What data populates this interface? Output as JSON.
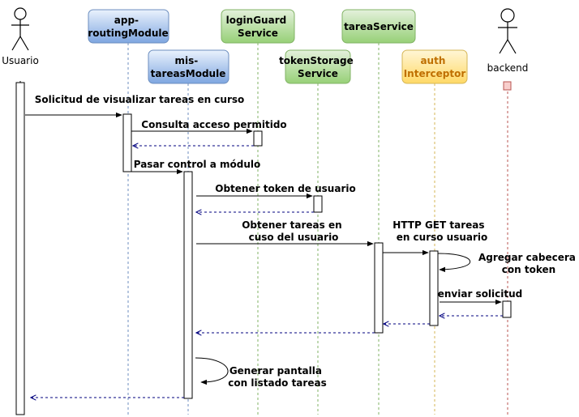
{
  "actors": {
    "usuario": "Usuario",
    "backend": "backend"
  },
  "participants": {
    "app_routing": [
      "app-",
      "routingModule"
    ],
    "mis_tareas": [
      "mis-",
      "tareasModule"
    ],
    "login_guard": [
      "loginGuard",
      "Service"
    ],
    "token_storage": [
      "tokenStorage",
      "Service"
    ],
    "tarea_service": [
      "tareaService"
    ],
    "auth_interceptor": [
      "auth",
      "Interceptor"
    ]
  },
  "messages": {
    "m1": [
      "Solicitud de visualizar tareas en curso"
    ],
    "m2": [
      "Consulta acceso permitido"
    ],
    "m3": [
      "Pasar control a módulo"
    ],
    "m4": [
      "Obtener token de usuario"
    ],
    "m5": [
      "Obtener tareas en",
      "cuso del usuario"
    ],
    "m6": [
      "HTTP GET tareas",
      "en curso usuario"
    ],
    "m7": [
      "Agregar cabecera",
      "con token"
    ],
    "m8": [
      "enviar solicitud"
    ],
    "m9": [
      "Generar pantalla",
      "con listado tareas"
    ]
  },
  "colors": {
    "blue_fill": "#dae8fc",
    "blue_stroke": "#6c8ebf",
    "green_fill": "#d5e8d4",
    "green_stroke": "#82b366",
    "yellow_fill": "#fff2cc",
    "yellow_stroke": "#d6b656",
    "return_arrow": "#00007f",
    "backend_marker_fill": "#f8cecc",
    "backend_marker_stroke": "#b85450"
  }
}
